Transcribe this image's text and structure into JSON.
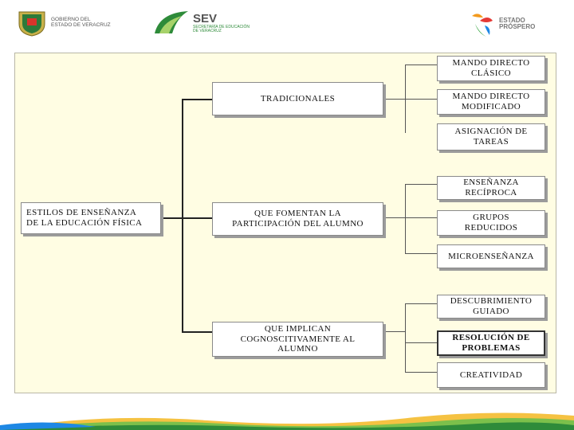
{
  "header": {
    "gov_logo_text": "GOBIERNO DEL\nESTADO DE VERACRUZ",
    "sev_logo_title": "SEV",
    "sev_logo_subtitle": "SECRETARÍA DE EDUCACIÓN\nDE VERACRUZ",
    "estado_logo_text": "ESTADO\nPRÓSPERO"
  },
  "diagram": {
    "root": "ESTILOS DE ENSEÑANZA\nDE  LA EDUCACIÓN FÍSICA",
    "categories": [
      {
        "label": "TRADICIONALES",
        "items": [
          "MANDO DIRECTO\nCLÁSICO",
          "MANDO DIRECTO\nMODIFICADO",
          "ASIGNACIÓN DE\nTAREAS"
        ]
      },
      {
        "label": "QUE FOMENTAN  LA\nPARTICIPACIÓN DEL  ALUMNO",
        "items": [
          "ENSEÑANZA\nRECÍPROCA",
          "GRUPOS\nREDUCIDOS",
          "MICROENSEÑANZA"
        ]
      },
      {
        "label": "QUE IMPLICAN\nCOGNOSCITIVAMENTE AL\nALUMNO",
        "items": [
          "DESCUBRIMIENTO\nGUIADO",
          "RESOLUCIÓN  DE\nPROBLEMAS",
          "CREATIVIDAD"
        ]
      }
    ]
  },
  "colors": {
    "panel": "#fffde3",
    "sev_green": "#2e8b3a",
    "estado_orange": "#f39a1e"
  }
}
